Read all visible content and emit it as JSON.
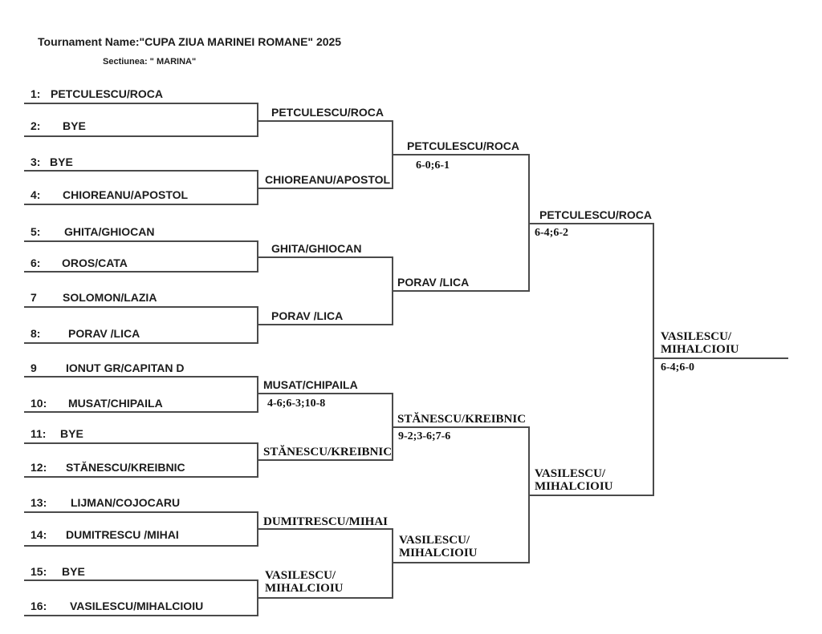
{
  "header": {
    "title": "Tournament Name:\"CUPA ZIUA MARINEI ROMANE\" 2025",
    "subtitle": "Sectiunea: \" MARINA\""
  },
  "colors": {
    "line": "#4a4a4a",
    "text": "#1c1c1c"
  },
  "entries": [
    {
      "num": "1:",
      "name": "PETCULESCU/ROCA"
    },
    {
      "num": "2:",
      "name": "BYE"
    },
    {
      "num": "3:",
      "name": "BYE"
    },
    {
      "num": "4:",
      "name": "CHIOREANU/APOSTOL"
    },
    {
      "num": "5:",
      "name": "GHITA/GHIOCAN"
    },
    {
      "num": "6:",
      "name": "OROS/CATA"
    },
    {
      "num": "7",
      "name": "SOLOMON/LAZIA"
    },
    {
      "num": "8:",
      "name": "PORAV /LICA"
    },
    {
      "num": "9",
      "name": "IONUT GR/CAPITAN D"
    },
    {
      "num": "10:",
      "name": "MUSAT/CHIPAILA"
    },
    {
      "num": "11:",
      "name": "BYE"
    },
    {
      "num": "12:",
      "name": "STĂNESCU/KREIBNIC"
    },
    {
      "num": "13:",
      "name": "LIJMAN/COJOCARU"
    },
    {
      "num": "14:",
      "name": "DUMITRESCU /MIHAI"
    },
    {
      "num": "15:",
      "name": "BYE"
    },
    {
      "num": "16:",
      "name": "VASILESCU/MIHALCIOIU"
    }
  ],
  "round1_winners": [
    {
      "name": "PETCULESCU/ROCA"
    },
    {
      "name": "CHIOREANU/APOSTOL"
    },
    {
      "name": "GHITA/GHIOCAN"
    },
    {
      "name": "PORAV /LICA"
    },
    {
      "name": "MUSAT/CHIPAILA",
      "score": "4-6;6-3;10-8"
    },
    {
      "name": "STĂNESCU/KREIBNIC"
    },
    {
      "name": "DUMITRESCU/MIHAI"
    },
    {
      "name": "VASILESCU/\nMIHALCIOIU"
    }
  ],
  "quarterfinal_winners": [
    {
      "name": "PETCULESCU/ROCA",
      "score": "6-0;6-1"
    },
    {
      "name": "PORAV /LICA"
    },
    {
      "name": "STĂNESCU/KREIBNIC",
      "score": "9-2;3-6;7-6"
    },
    {
      "name": "VASILESCU/\nMIHALCIOIU"
    }
  ],
  "semifinal_winners": [
    {
      "name": "PETCULESCU/ROCA",
      "score": "6-4;6-2"
    },
    {
      "name": "VASILESCU/\nMIHALCIOIU"
    }
  ],
  "final_winner": {
    "name": "VASILESCU/\nMIHALCIOIU",
    "score": "6-4;6-0"
  }
}
